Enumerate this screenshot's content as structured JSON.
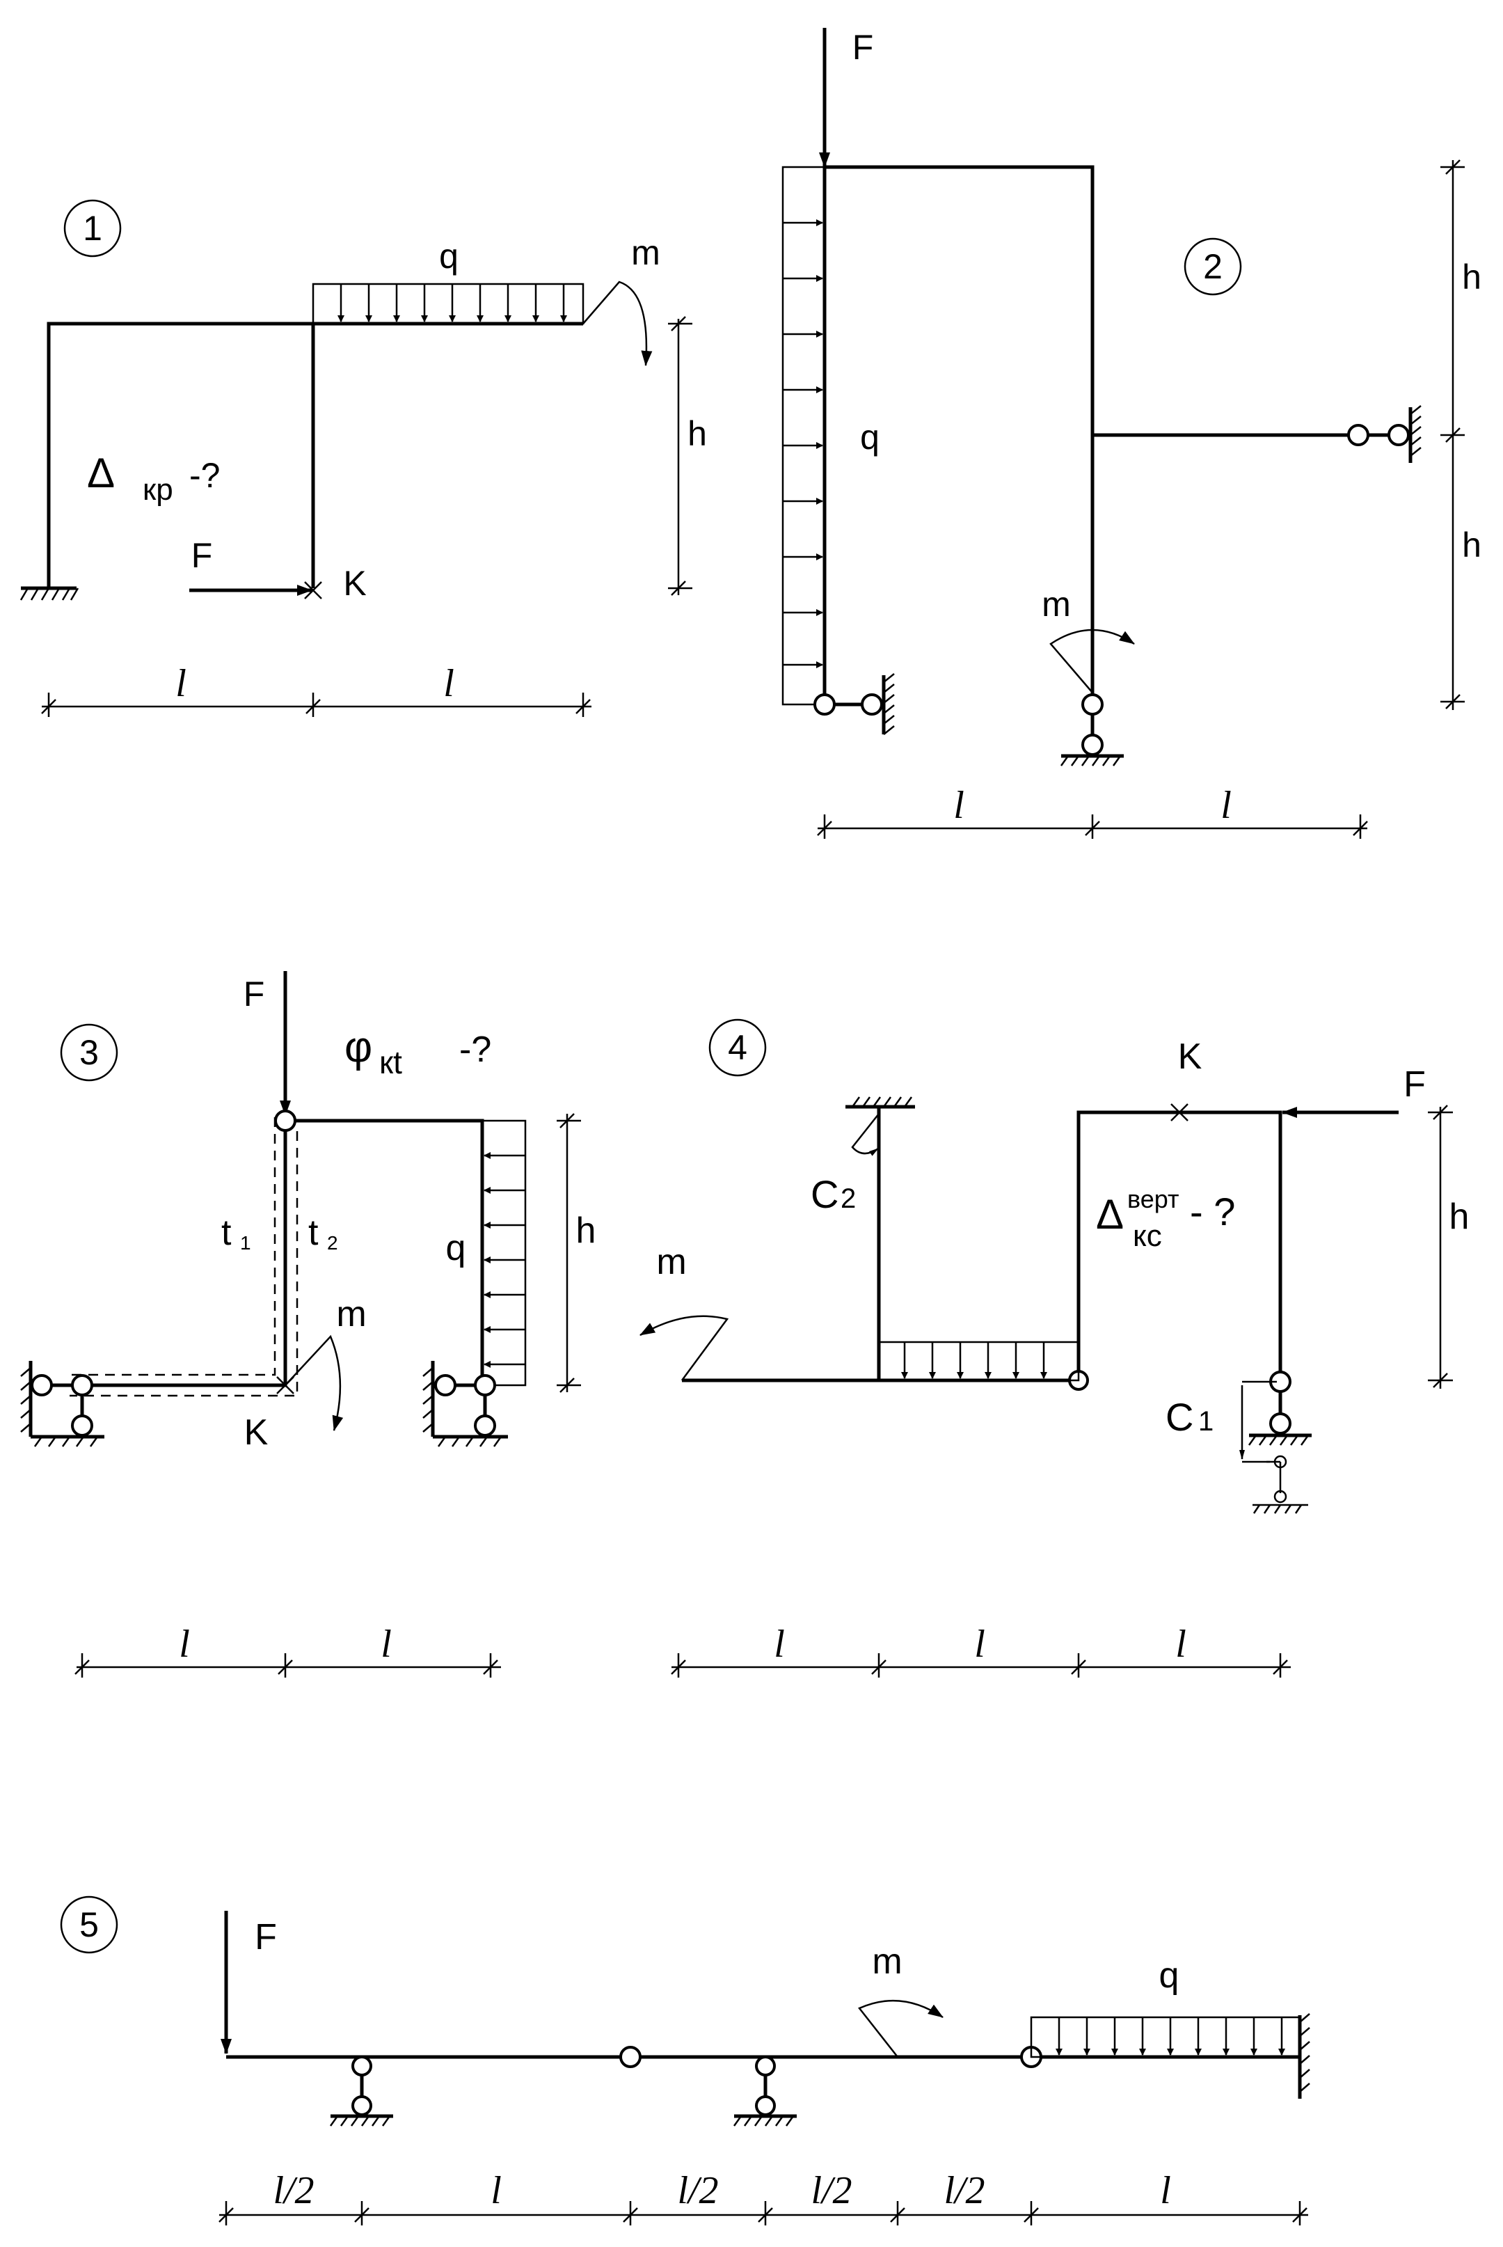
{
  "problems": [
    {
      "number": "1",
      "labels": {
        "q": "q",
        "m": "m",
        "h": "h",
        "F": "F",
        "K": "K",
        "delta": "Δ",
        "delta_sub": "кр",
        "delta_q": "-?"
      },
      "spans": [
        "l",
        "l"
      ]
    },
    {
      "number": "2",
      "labels": {
        "F": "F",
        "q": "q",
        "m": "m",
        "h_top": "h",
        "h_bottom": "h"
      },
      "spans": [
        "l",
        "l"
      ]
    },
    {
      "number": "3",
      "labels": {
        "F": "F",
        "phi": "φ",
        "phi_sub": "кt",
        "phi_q": "-?",
        "t1": "t",
        "t1_sub": "1",
        "t2": "t",
        "t2_sub": "2",
        "q": "q",
        "h": "h",
        "m": "m",
        "K": "K"
      },
      "spans": [
        "l",
        "l"
      ]
    },
    {
      "number": "4",
      "labels": {
        "K": "K",
        "F": "F",
        "h": "h",
        "m": "m",
        "C2": "C",
        "C2_sub": "2",
        "C1": "C",
        "C1_sub": "1",
        "delta": "Δ",
        "delta_sup": "верт",
        "delta_sub": "кс",
        "delta_q": "- ?"
      },
      "spans": [
        "l",
        "l",
        "l"
      ]
    },
    {
      "number": "5",
      "labels": {
        "F": "F",
        "m": "m",
        "q": "q"
      },
      "spans": [
        "l/2",
        "l",
        "l/2",
        "l/2",
        "l/2",
        "l"
      ]
    }
  ]
}
